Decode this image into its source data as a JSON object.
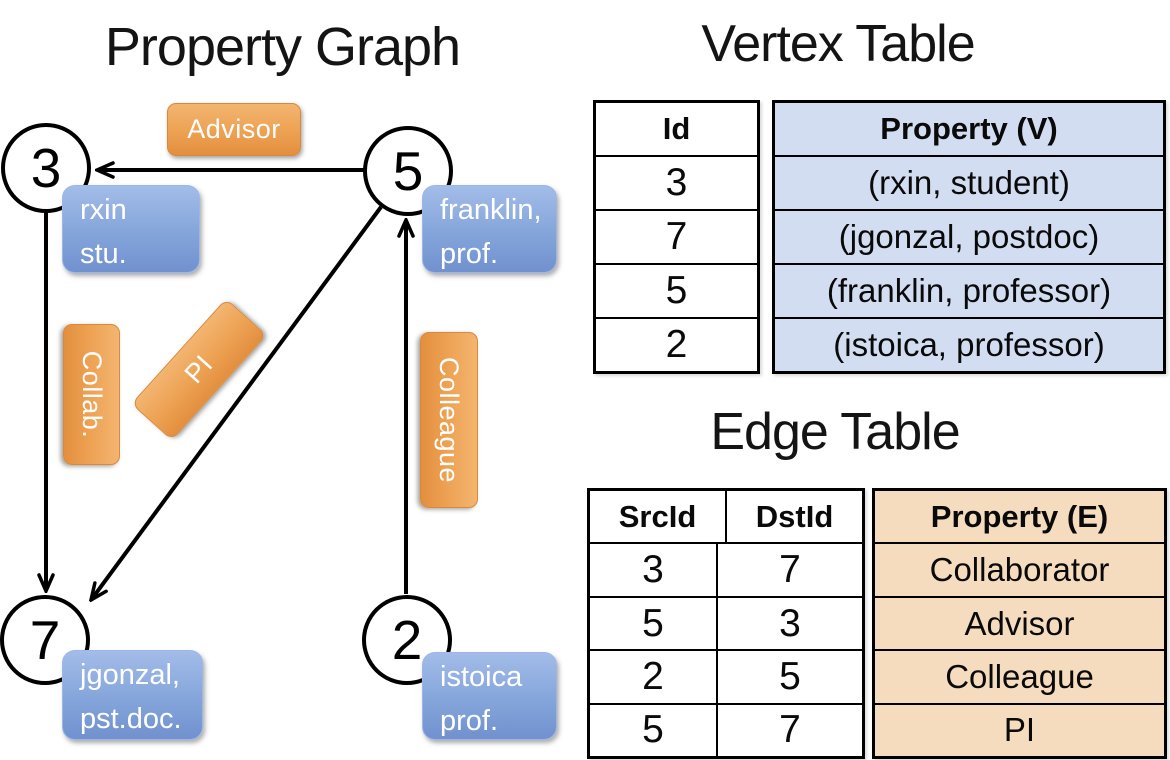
{
  "graph": {
    "title": "Property Graph",
    "nodes": [
      {
        "id": "3"
      },
      {
        "id": "5"
      },
      {
        "id": "7"
      },
      {
        "id": "2"
      }
    ],
    "vertex_labels": [
      {
        "line1": "rxin",
        "line2": "stu."
      },
      {
        "line1": "franklin,",
        "line2": "prof."
      },
      {
        "line1": "jgonzal,",
        "line2": "pst.doc."
      },
      {
        "line1": "istoica",
        "line2": "prof."
      }
    ],
    "edge_labels": [
      {
        "text": "Advisor"
      },
      {
        "text": "Collab."
      },
      {
        "text": "PI"
      },
      {
        "text": "Colleague"
      }
    ]
  },
  "vertex_table": {
    "title": "Vertex Table",
    "columns": [
      "Id",
      "Property (V)"
    ],
    "rows": [
      [
        "3",
        "(rxin, student)"
      ],
      [
        "7",
        "(jgonzal, postdoc)"
      ],
      [
        "5",
        "(franklin, professor)"
      ],
      [
        "2",
        "(istoica, professor)"
      ]
    ]
  },
  "edge_table": {
    "title": "Edge Table",
    "columns": [
      "SrcId",
      "DstId",
      "Property (E)"
    ],
    "rows": [
      [
        "3",
        "7",
        "Collaborator"
      ],
      [
        "5",
        "3",
        "Advisor"
      ],
      [
        "2",
        "5",
        "Colleague"
      ],
      [
        "5",
        "7",
        "PI"
      ]
    ]
  },
  "colors": {
    "vertex_property_fill": "#d2ddf1",
    "edge_property_fill": "#f6dcbe",
    "edge_label_orange": "#eda152",
    "vertex_label_blue": "#84a5da",
    "line_black": "#000000"
  }
}
